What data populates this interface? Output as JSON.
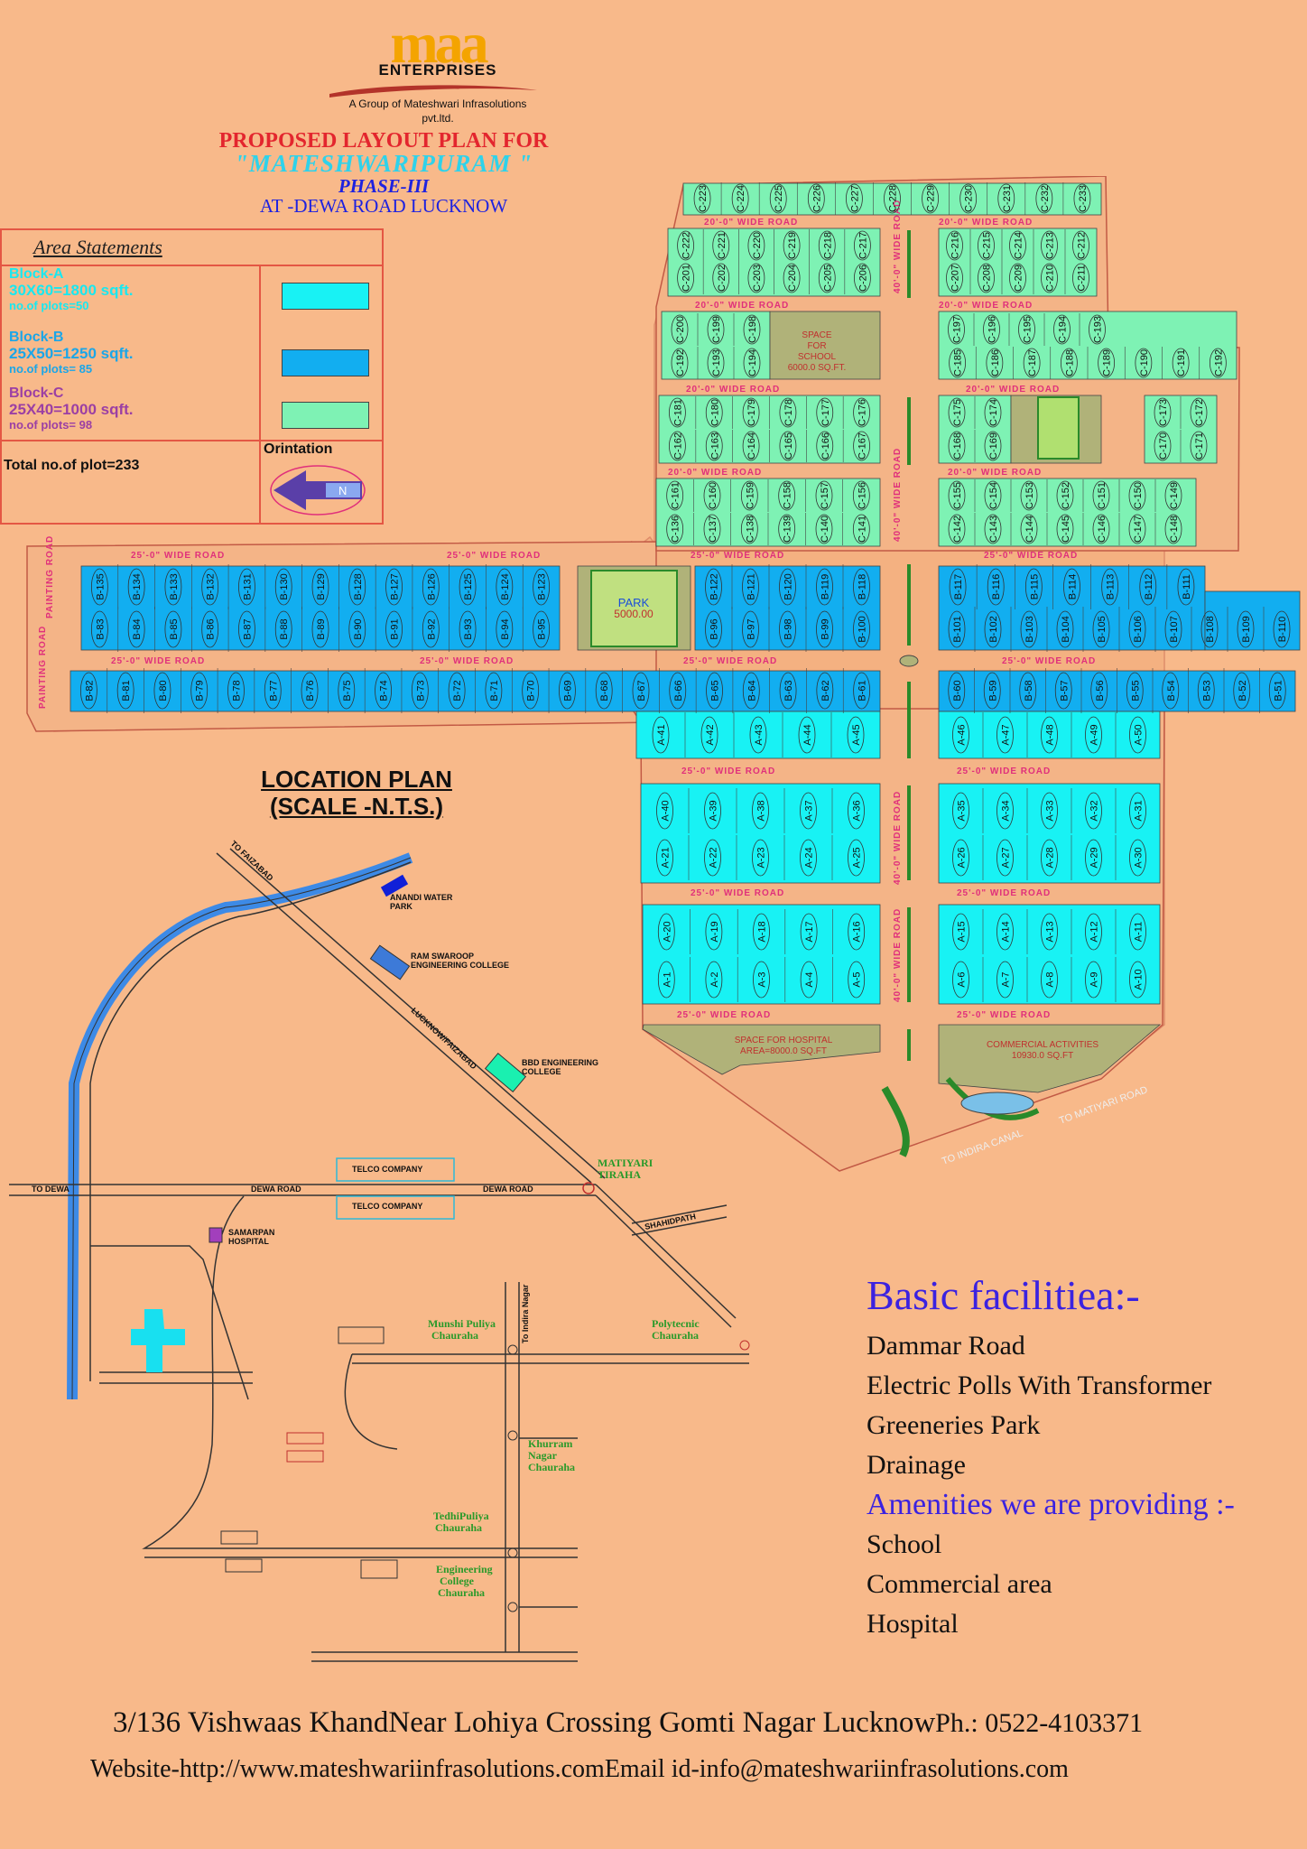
{
  "logo": {
    "name": "maa",
    "subtitle": "ENTERPRISES",
    "group": "A Group of Mateshwari Infrasolutions",
    "pvt": "pvt.ltd."
  },
  "title": {
    "line1": "PROPOSED LAYOUT PLAN FOR",
    "line2": "\"MATESHWARIPURAM \"",
    "line3": "PHASE-III",
    "line4": "AT -DEWA ROAD LUCKNOW"
  },
  "area": {
    "heading": "Area Statements",
    "blocks": [
      {
        "name": "Block-A",
        "size": "30X60=1800 sqft.",
        "plots": "no.of plots=50",
        "color": "#18f2f4"
      },
      {
        "name": "Block-B",
        "size": "25X50=1250 sqft.",
        "plots": "no.of plots= 85",
        "color": "#12aef0"
      },
      {
        "name": "Block-C",
        "size": "25X40=1000 sqft.",
        "plots": "no.of plots= 98",
        "color": "#7ef2b4"
      }
    ],
    "total": "Total no.of plot=233",
    "orientation": "Orintation",
    "north": "N"
  },
  "roads": {
    "r20": "20'-0\" WIDE ROAD",
    "r25": "25'-0\" WIDE ROAD",
    "r40": "40'-0\" WIDE ROAD",
    "painting": "PAINTING ROAD"
  },
  "labels": {
    "school": [
      "SPACE",
      "FOR",
      "SCHOOL",
      "6000.0 SQ.FT."
    ],
    "park": "PARK",
    "park_area": "5000.00",
    "hospital": [
      "SPACE FOR HOSPITAL",
      "AREA=8000.0 SQ.FT"
    ],
    "commercial": [
      "COMMERCIAL ACTIVITIES",
      "10930.0 SQ.FT"
    ],
    "to_indira": "TO INDIRA CANAL",
    "to_matiyari": "TO MATIYARI ROAD"
  },
  "location": {
    "title1": "LOCATION PLAN",
    "title2": "(SCALE -N.T.S.)",
    "places": {
      "faizabad": "TO FAIZABAD",
      "anandi": [
        "ANANDI WATER",
        "PARK"
      ],
      "ramswaroop": [
        "RAM SWAROOP",
        "ENGINEERING COLLEGE"
      ],
      "lucknow_faizabad": "LUCKNOW/FAIZABAD",
      "bbd": [
        "BBD ENGINEERING",
        "COLLEGE"
      ],
      "telco1": "TELCO COMPANY",
      "telco2": "TELCO COMPANY",
      "to_dewa": "TO DEWA",
      "dewa_road1": "DEWA ROAD",
      "dewa_road2": "DEWA ROAD",
      "matiyari": [
        "MATIYARI",
        "TIRAHA"
      ],
      "shahidpath": "SHAHIDPATH",
      "samarpan": [
        "SAMARPAN",
        "HOSPITAL"
      ],
      "to_indira_nagar": "To Indira Nagar",
      "munshi": [
        "Munshi Puliya",
        "Chauraha"
      ],
      "polytecnic": [
        "Polytecnic",
        "Chauraha"
      ],
      "khurram": [
        "Khurram",
        "Nagar",
        "Chauraha"
      ],
      "tedhi": [
        "TedhiPuliya",
        "Chauraha"
      ],
      "engg": [
        "Engineering",
        "College",
        "Chauraha"
      ]
    }
  },
  "facilities": {
    "title": "Basic facilitiea:-",
    "items": [
      "Dammar Road",
      "Electric Polls With Transformer",
      "Greeneries Park",
      "Drainage"
    ],
    "amen_title": "Amenities we are providing :-",
    "amenities": [
      "School",
      "Commercial area",
      "Hospital"
    ]
  },
  "footer": {
    "address": "3/136 Vishwaas KhandNear Lohiya Crossing Gomti Nagar Lucknow",
    "phone": "Ph.: 0522-4103371",
    "website": "Website-http://www.mateshwariinfrasolutions.com",
    "email": "Email id-info@mateshwariinfrasolutions.com"
  },
  "plots": {
    "c_top": [
      "C-223",
      "C-224",
      "C-225",
      "C-226",
      "C-227",
      "C-228",
      "C-229",
      "C-230",
      "C-231",
      "C-232",
      "C-233"
    ],
    "c_r1": [
      "C-222",
      "C-221",
      "C-220",
      "C-219",
      "C-218",
      "C-217"
    ],
    "c_r2": [
      "C-201",
      "C-202",
      "C-203",
      "C-204",
      "C-205",
      "C-206"
    ],
    "c_r1b": [
      "C-216",
      "C-215",
      "C-214",
      "C-213",
      "C-212"
    ],
    "c_r2b": [
      "C-207",
      "C-208",
      "C-209",
      "C-210",
      "C-211"
    ],
    "c_r3": [
      "C-200",
      "C-199",
      "C-198"
    ],
    "c_r4": [
      "C-192",
      "C-193",
      "C-194"
    ],
    "c_r3b": [
      "C-197",
      "C-196",
      "C-195",
      "C-194",
      "C-193"
    ],
    "c_r4b": [
      "C-185",
      "C-186",
      "C-187",
      "C-188",
      "C-189",
      "C-190",
      "C-191",
      "C-192"
    ],
    "c_r5": [
      "C-181",
      "C-180",
      "C-179",
      "C-178",
      "C-177",
      "C-176"
    ],
    "c_r6": [
      "C-162",
      "C-163",
      "C-164",
      "C-165",
      "C-166",
      "C-167"
    ],
    "c_r5b": [
      "C-175",
      "C-174"
    ],
    "c_r6b": [
      "C-168",
      "C-169"
    ],
    "c_r5c": [
      "C-173",
      "C-172"
    ],
    "c_r6c": [
      "C-170",
      "C-171"
    ],
    "c_r7": [
      "C-161",
      "C-160",
      "C-159",
      "C-158",
      "C-157",
      "C-156"
    ],
    "c_r8": [
      "C-136",
      "C-137",
      "C-138",
      "C-139",
      "C-140",
      "C-141"
    ],
    "c_r7b": [
      "C-155",
      "C-154",
      "C-153",
      "C-152",
      "C-151",
      "C-150",
      "C-149"
    ],
    "c_r8b": [
      "C-142",
      "C-143",
      "C-144",
      "C-145",
      "C-146",
      "C-147",
      "C-148"
    ],
    "b_r1": [
      "B-135",
      "B-134",
      "B-133",
      "B-132",
      "B-131",
      "B-130",
      "B-129",
      "B-128",
      "B-127",
      "B-126",
      "B-125",
      "B-124",
      "B-123"
    ],
    "b_r2": [
      "B-83",
      "B-84",
      "B-85",
      "B-86",
      "B-87",
      "B-88",
      "B-89",
      "B-90",
      "B-91",
      "B-92",
      "B-93",
      "B-94",
      "B-95"
    ],
    "b_r1b": [
      "B-122",
      "B-121",
      "B-120",
      "B-119",
      "B-118"
    ],
    "b_r2b": [
      "B-96",
      "B-97",
      "B-98",
      "B-99",
      "B-100"
    ],
    "b_r1c": [
      "B-117",
      "B-116",
      "B-115",
      "B-114",
      "B-113",
      "B-112",
      "B-111"
    ],
    "b_r2c": [
      "B-101",
      "B-102",
      "B-103",
      "B-104",
      "B-105",
      "B-106",
      "B-107",
      "B-108",
      "B-109",
      "B-110"
    ],
    "b_r3": [
      "B-82",
      "B-81",
      "B-80",
      "B-79",
      "B-78",
      "B-77",
      "B-76",
      "B-75",
      "B-74",
      "B-73",
      "B-72",
      "B-71",
      "B-70",
      "B-69",
      "B-68",
      "B-67",
      "B-66",
      "B-65",
      "B-64",
      "B-63",
      "B-62",
      "B-61"
    ],
    "b_r3b": [
      "B-60",
      "B-59",
      "B-58",
      "B-57",
      "B-56",
      "B-55",
      "B-54",
      "B-53",
      "B-52",
      "B-51"
    ],
    "a_r1": [
      "A-41",
      "A-42",
      "A-43",
      "A-44",
      "A-45"
    ],
    "a_r1b": [
      "A-46",
      "A-47",
      "A-48",
      "A-49",
      "A-50"
    ],
    "a_r2": [
      "A-40",
      "A-39",
      "A-38",
      "A-37",
      "A-36"
    ],
    "a_r3": [
      "A-21",
      "A-22",
      "A-23",
      "A-24",
      "A-25"
    ],
    "a_r2b": [
      "A-35",
      "A-34",
      "A-33",
      "A-32",
      "A-31"
    ],
    "a_r3b": [
      "A-26",
      "A-27",
      "A-28",
      "A-29",
      "A-30"
    ],
    "a_r4": [
      "A-20",
      "A-19",
      "A-18",
      "A-17",
      "A-16"
    ],
    "a_r5": [
      "A-1",
      "A-2",
      "A-3",
      "A-4",
      "A-5"
    ],
    "a_r4b": [
      "A-15",
      "A-14",
      "A-13",
      "A-12",
      "A-11"
    ],
    "a_r5b": [
      "A-6",
      "A-7",
      "A-8",
      "A-9",
      "A-10"
    ]
  }
}
